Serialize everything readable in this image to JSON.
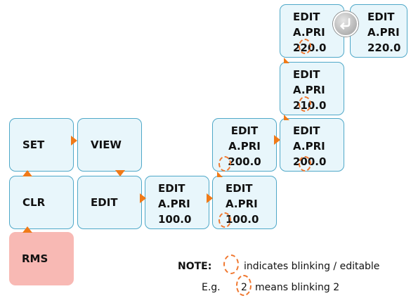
{
  "nodes": {
    "set": "SET",
    "view": "VIEW",
    "clr": "CLR",
    "edit": "EDIT",
    "rms": "RMS",
    "edit_100_a": {
      "l1": "EDIT",
      "l2": "A.PRI",
      "l3": "100.0"
    },
    "edit_100_b": {
      "l1": "EDIT",
      "l2": "A.PRI",
      "l3": "100.0"
    },
    "edit_200_a": {
      "l1": "EDIT",
      "l2": "A.PRI",
      "l3": "200.0"
    },
    "edit_200_b": {
      "l1": "EDIT",
      "l2": "A.PRI",
      "l3": "200.0"
    },
    "edit_210": {
      "l1": "EDIT",
      "l2": "A.PRI",
      "l3": "210.0"
    },
    "edit_220_a": {
      "l1": "EDIT",
      "l2": "A.PRI",
      "l3": "220.0"
    },
    "edit_220_b": {
      "l1": "EDIT",
      "l2": "A.PRI",
      "l3": "220.0"
    }
  },
  "note": {
    "label": "NOTE:",
    "text": "indicates blinking / editable",
    "example_prefix": "E.g.",
    "example_digit": "2",
    "example_suffix": "means blinking 2"
  },
  "colors": {
    "box_fill": "#e8f6fb",
    "box_border": "#4fa8c8",
    "rms_fill": "#f8b9b4",
    "arrow": "#f07a18",
    "blink": "#f07830"
  },
  "icons": [
    "enter-key-icon",
    "arrow-triangle",
    "blinking-digit-marker"
  ]
}
